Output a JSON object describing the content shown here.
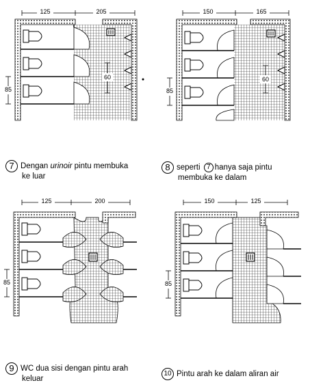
{
  "panels": [
    {
      "id": "7",
      "number": "7",
      "dims_top": [
        "125",
        "205"
      ],
      "dim_side": "85",
      "dim_inner": "60",
      "caption_parts": [
        "Dengan ",
        "urinoir",
        " pintu membuka"
      ],
      "caption_line2": "ke luar"
    },
    {
      "id": "8",
      "number": "8",
      "dims_top": [
        "150",
        "165"
      ],
      "dim_side": "85",
      "dim_inner": "60",
      "caption_line1_a": "seperti ",
      "caption_inline_number": "7",
      "caption_line1_b": "hanya saja pintu",
      "caption_line2": "membuka ke dalam"
    },
    {
      "id": "9",
      "number": "9",
      "dims_top": [
        "125",
        "200"
      ],
      "dim_side": "85",
      "caption_line1": "WC dua  sisi dengan pintu arah",
      "caption_line2": "keluar"
    },
    {
      "id": "10",
      "number": "10",
      "dims_top": [
        "150",
        "125"
      ],
      "dim_side": "85",
      "caption_line1": "Pintu arah ke dalam aliran air"
    }
  ]
}
